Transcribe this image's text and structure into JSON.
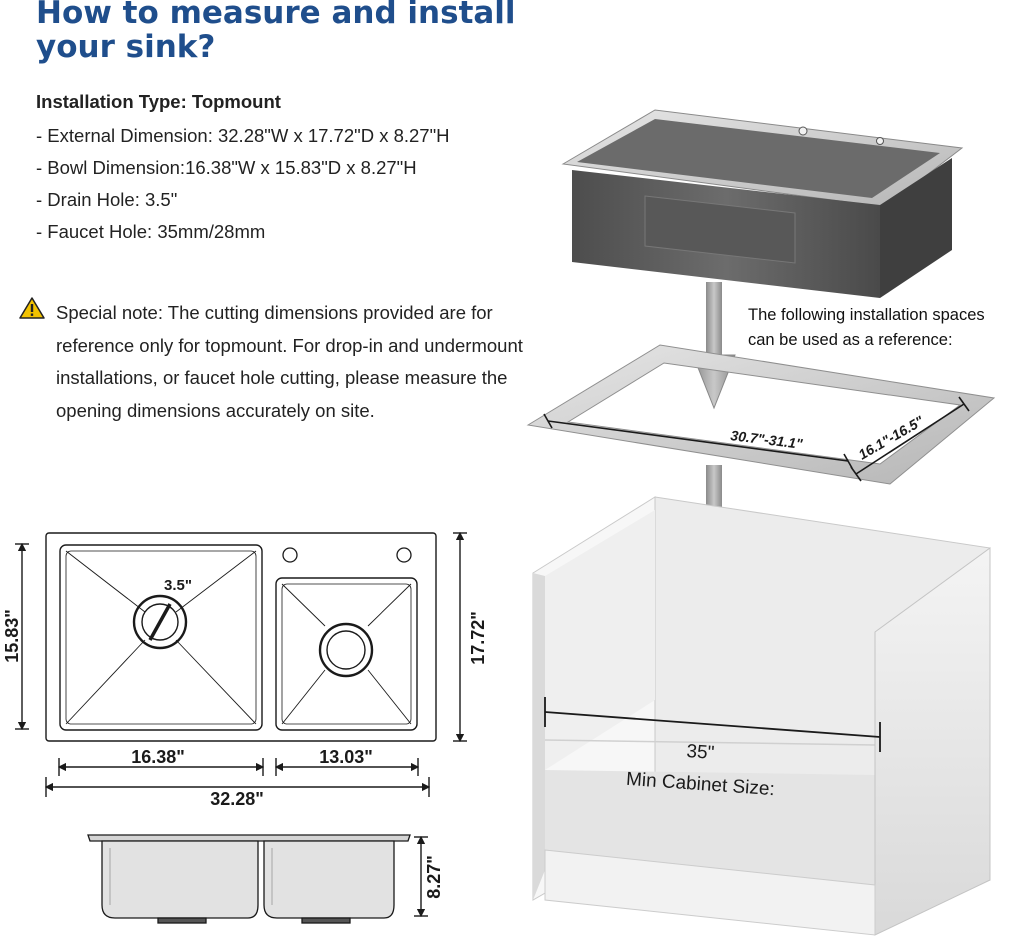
{
  "heading": {
    "title_line1": "How to measure and install",
    "title_line2": "your sink?"
  },
  "specs": {
    "installation_type": "Installation Type: Topmount",
    "items": [
      "- External Dimension: 32.28\"W x 17.72\"D x 8.27\"H",
      "- Bowl Dimension:16.38\"W x 15.83\"D x 8.27\"H",
      "- Drain Hole: 3.5\"",
      "- Faucet Hole: 35mm/28mm"
    ]
  },
  "note": {
    "icon": "warning-icon",
    "text": "Special note: The cutting dimensions provided are for reference only for topmount. For drop-in and undermount installations, or faucet hole cutting, please measure the opening dimensions accurately on site."
  },
  "reference": {
    "line1": "The following installation spaces",
    "line2": "can be used as a reference:"
  },
  "cutout": {
    "length_label": "30.7\"-31.1\"",
    "width_label": "16.1\"-16.5\""
  },
  "cabinet": {
    "width_label": "35\"",
    "caption": "Min Cabinet Size:"
  },
  "top_view": {
    "drain_label": "3.5\"",
    "bowl_depth_label": "15.83\"",
    "overall_depth_label": "17.72\"",
    "big_bowl_width_label": "16.38\"",
    "small_bowl_width_label": "13.03\"",
    "overall_width_label": "32.28\""
  },
  "side_view": {
    "height_label": "8.27\""
  },
  "colors": {
    "title": "#1f4e8c",
    "warning": "#f2c200",
    "steel_dark": "#5a5a5a",
    "steel_light": "#cfcfcf"
  }
}
